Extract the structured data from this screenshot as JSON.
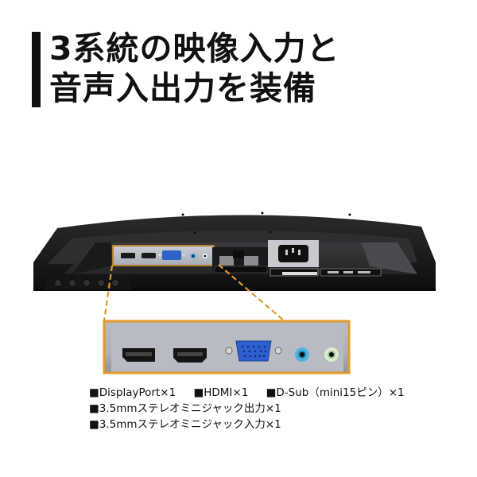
{
  "headline": {
    "line1": "3系統の映像入力と",
    "line2": "音声入出力を装備"
  },
  "image": {
    "description": "Monitor rear underside view showing input/output ports",
    "callout_color": "#e09a2c",
    "ports": [
      "DisplayPort",
      "HDMI",
      "D-Sub",
      "audio-out",
      "audio-in"
    ]
  },
  "specs": {
    "row1": [
      "■DisplayPort×1",
      "■HDMI×1",
      "■D-Sub（mini15ピン）×1"
    ],
    "row2": "■3.5mmステレオミニジャック出力×1",
    "row3": "■3.5mmステレオミニジャック入力×1"
  }
}
